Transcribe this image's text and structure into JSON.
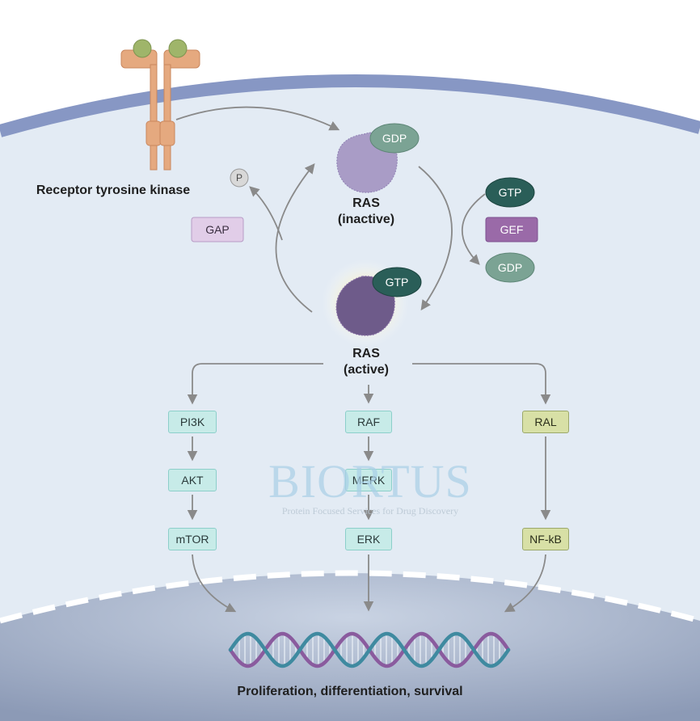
{
  "receptor_label": "Receptor tyrosine kinase",
  "ras_inactive": {
    "title": "RAS",
    "state": "(inactive)",
    "bound": "GDP"
  },
  "ras_active": {
    "title": "RAS",
    "state": "(active)",
    "bound": "GTP"
  },
  "phosphate": "P",
  "gap": "GAP",
  "gef": "GEF",
  "gef_in": "GTP",
  "gef_out": "GDP",
  "pathways": {
    "left": [
      "PI3K",
      "AKT",
      "mTOR"
    ],
    "middle": [
      "RAF",
      "MERK",
      "ERK"
    ],
    "right": [
      "RAL",
      "NF-kB"
    ]
  },
  "outcome": "Proliferation, differentiation, survival",
  "watermark": {
    "brand": "BIORTUS",
    "tagline": "Protein Focused Services for Drug Discovery"
  },
  "colors": {
    "cell_fill": "#e3ebf4",
    "membrane": "#8797c4",
    "nucleus": "#aab6cc",
    "receptor": "#e5a97f",
    "ligand": "#9fb56a",
    "ras_inactive": "#a99cc6",
    "ras_active": "#6e5b8a",
    "gdp": "#7ba394",
    "gtp_dark": "#2a5e58",
    "gap_fill": "#e1cde8",
    "gef_fill": "#9a6aa8",
    "teal_box": "#c7ebe8",
    "olive_box": "#d8e0a6",
    "arrow": "#8a8a8a"
  }
}
